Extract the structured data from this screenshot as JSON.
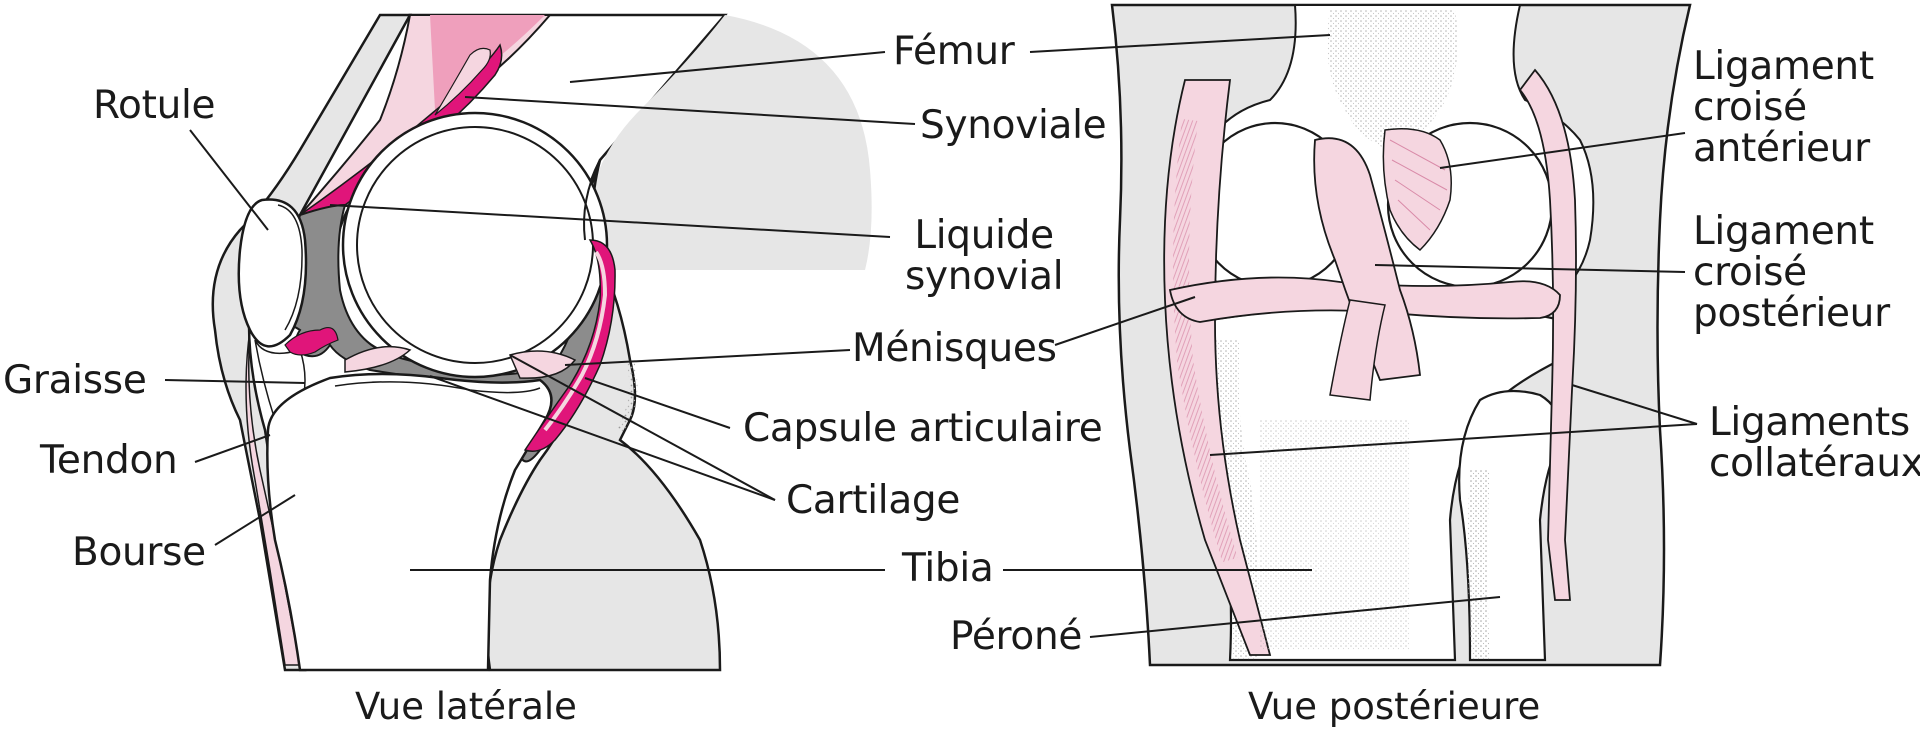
{
  "colors": {
    "bone": "#e6e6e6",
    "outline": "#1a1a1a",
    "pink_light": "#f5d6e0",
    "pink_mid": "#ef9fbc",
    "magenta": "#e0157a",
    "fluid": "#8c8c8c",
    "dots": "#9a9a9a"
  },
  "lateral_view": {
    "caption": "Vue latérale",
    "labels": {
      "rotule": "Rotule",
      "graisse": "Graisse",
      "tendon": "Tendon",
      "bourse": "Bourse"
    }
  },
  "posterior_view": {
    "caption": "Vue postérieure",
    "labels": {
      "lca": "Ligament\ncroisé\nantérieur",
      "lcp": "Ligament\ncroisé\npostérieur",
      "collateraux": "Ligaments\ncollatéraux",
      "perone": "Péroné"
    }
  },
  "shared_labels": {
    "femur": "Fémur",
    "synoviale": "Synoviale",
    "liquide": "Liquide\nsynovial",
    "menisques": "Ménisques",
    "capsule": "Capsule articulaire",
    "cartilage": "Cartilage",
    "tibia": "Tibia"
  }
}
